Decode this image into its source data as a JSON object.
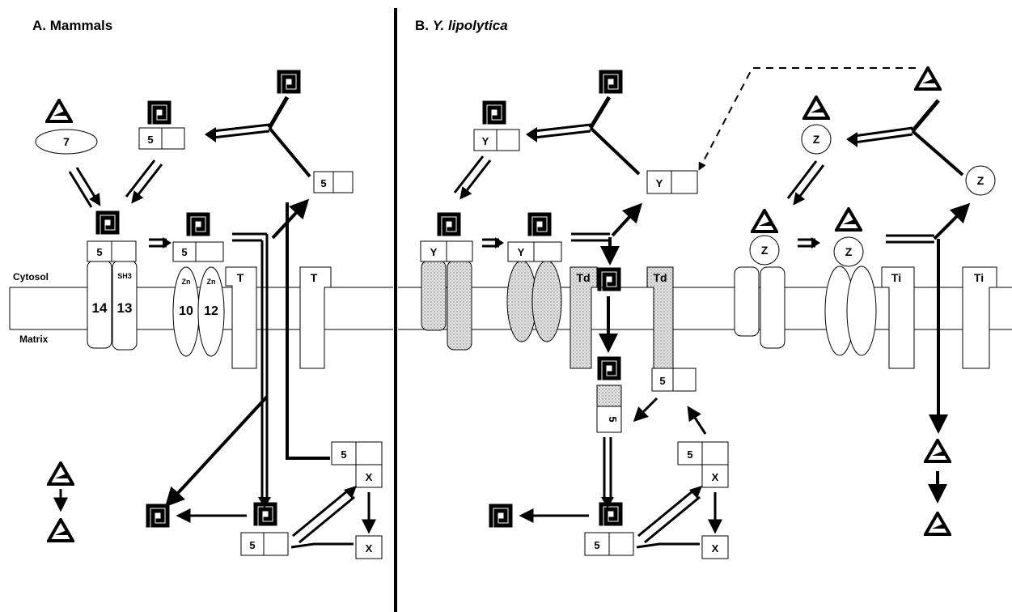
{
  "panels": {
    "a": {
      "prefix": "A.",
      "title": "Mammals"
    },
    "b": {
      "prefix": "B.",
      "title": "Y. lipolytica"
    }
  },
  "compartments": {
    "cytosol": "Cytosol",
    "matrix": "Matrix"
  },
  "protein_labels": {
    "pex7": "7",
    "pex5": "5",
    "pex14": "14",
    "pex13": "13",
    "sh3": "SH3",
    "pex10": "10",
    "pex12": "12",
    "zn": "Zn",
    "t": "T",
    "td": "Td",
    "ti": "Ti",
    "y": "Y",
    "z": "Z",
    "x": "X"
  },
  "colors": {
    "ink": "#000000",
    "membrane_fill": "#ffffff",
    "stipple": "#bdbdbd"
  },
  "icons": [
    "pts1-cargo-icon",
    "pts2-cargo-icon",
    "receptor-y-icon"
  ]
}
